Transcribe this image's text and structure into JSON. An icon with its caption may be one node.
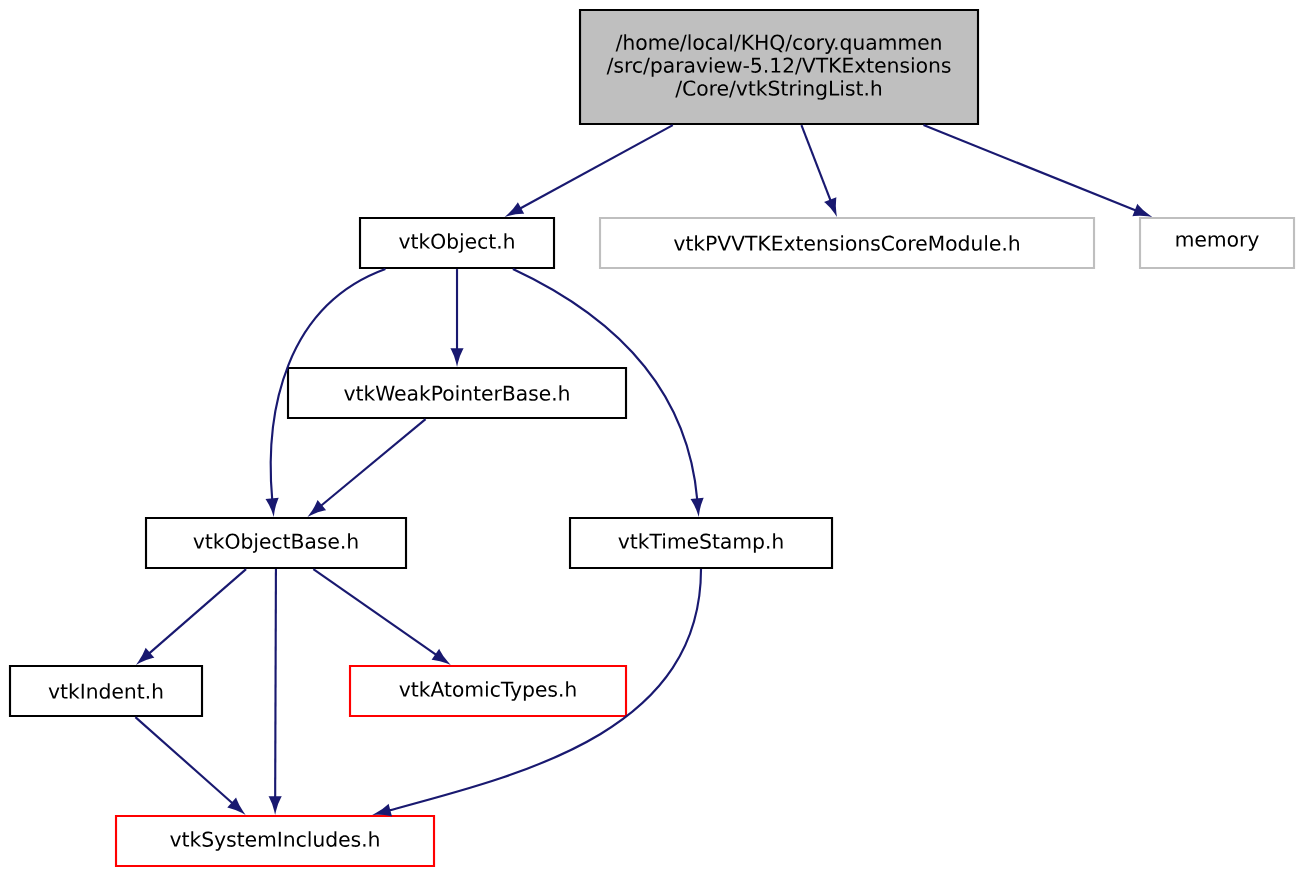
{
  "diagram": {
    "nodes": [
      {
        "text": [
          "/home/local/KHQ/cory.quammen /src/paraview-5.12/VTKExtensions /Core/vtkStringList.h"
        ]
      },
      {
        "text": [
          "vtkObject.h"
        ]
      },
      {
        "text": [
          "vtkPVVTKExtensionsCoreModule.h"
        ]
      },
      {
        "text": [
          "memory"
        ]
      },
      {
        "text": [
          "vtkWeakPointerBase.h"
        ]
      },
      {
        "text": [
          "vtkObjectBase.h"
        ]
      },
      {
        "text": [
          "vtkTimeStamp.h"
        ]
      },
      {
        "text": [
          "vtkIndent.h"
        ]
      },
      {
        "text": [
          "vtkAtomicTypes.h"
        ]
      },
      {
        "text": [
          "vtkSystemIncludes.h"
        ]
      }
    ],
    "edges": [
      {
        "from": 0,
        "to": 1,
        "arrow": "to"
      },
      {
        "from": 0,
        "to": 2,
        "arrow": "to"
      },
      {
        "from": 0,
        "to": 3,
        "arrow": "to"
      },
      {
        "from": 1,
        "to": 5,
        "arrow": "to"
      },
      {
        "from": 1,
        "to": 4,
        "arrow": "to"
      },
      {
        "from": 1,
        "to": 6,
        "arrow": "to"
      },
      {
        "from": 4,
        "to": 5,
        "arrow": "to"
      },
      {
        "from": 5,
        "to": 7,
        "arrow": "to"
      },
      {
        "from": 5,
        "to": 9,
        "arrow": "to"
      },
      {
        "from": 5,
        "to": 8,
        "arrow": "to"
      },
      {
        "from": 6,
        "to": 9,
        "arrow": "to"
      },
      {
        "from": 7,
        "to": 9,
        "arrow": "to"
      }
    ]
  }
}
